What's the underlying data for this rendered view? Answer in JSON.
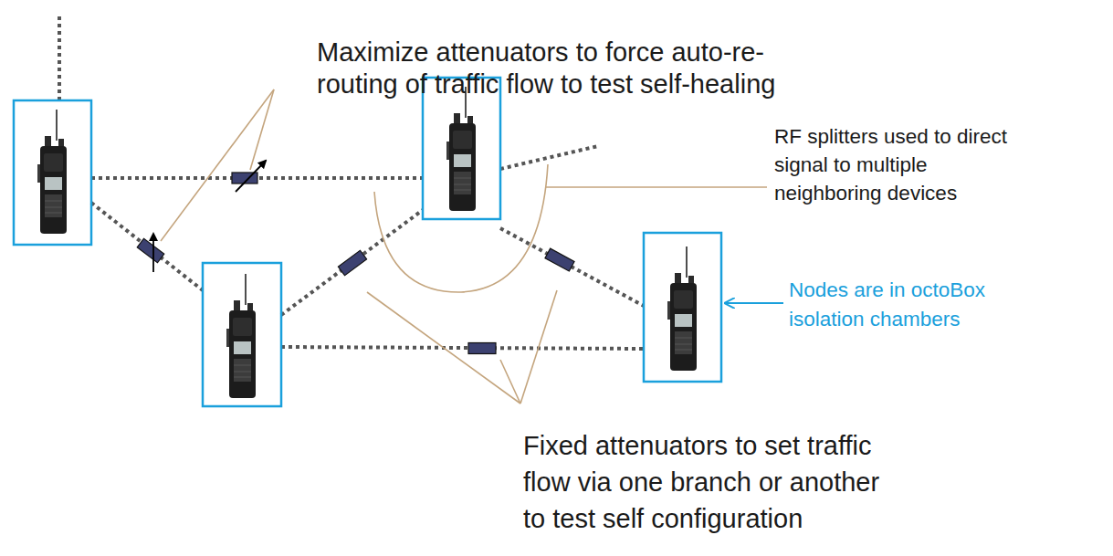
{
  "diagram": {
    "labels": [
      "Maximize attenuators to force auto-re- routing of traffic flow to test self-healing",
      "RF splitters used to direct signal to multiple neighboring devices",
      "Nodes are in octoBox isolation chambers",
      "Fixed attenuators to set traffic flow via one branch or another to test self configuration"
    ]
  }
}
